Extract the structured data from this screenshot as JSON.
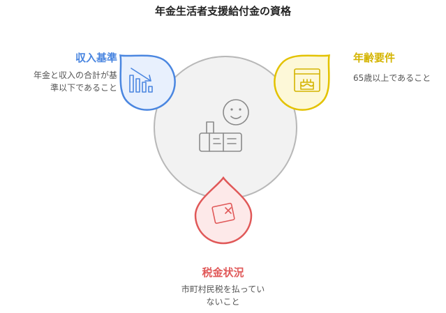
{
  "title": "年金生活者支援給付金の資格",
  "income": {
    "heading": "収入基準",
    "desc_line1": "年金と収入の合計が基",
    "desc_line2": "準以下であること",
    "icon": "declining-bar-chart-icon",
    "color": "#4a86e0"
  },
  "age": {
    "heading": "年齢要件",
    "desc": "65歳以上であること",
    "icon": "birthday-cake-icon",
    "color": "#e3c200"
  },
  "tax": {
    "heading": "税金状況",
    "desc_line1": "市町村民税を払ってい",
    "desc_line2": "ないこと",
    "icon": "x-box-icon",
    "color": "#e05858"
  },
  "center": {
    "icon": "elderly-person-icon"
  }
}
